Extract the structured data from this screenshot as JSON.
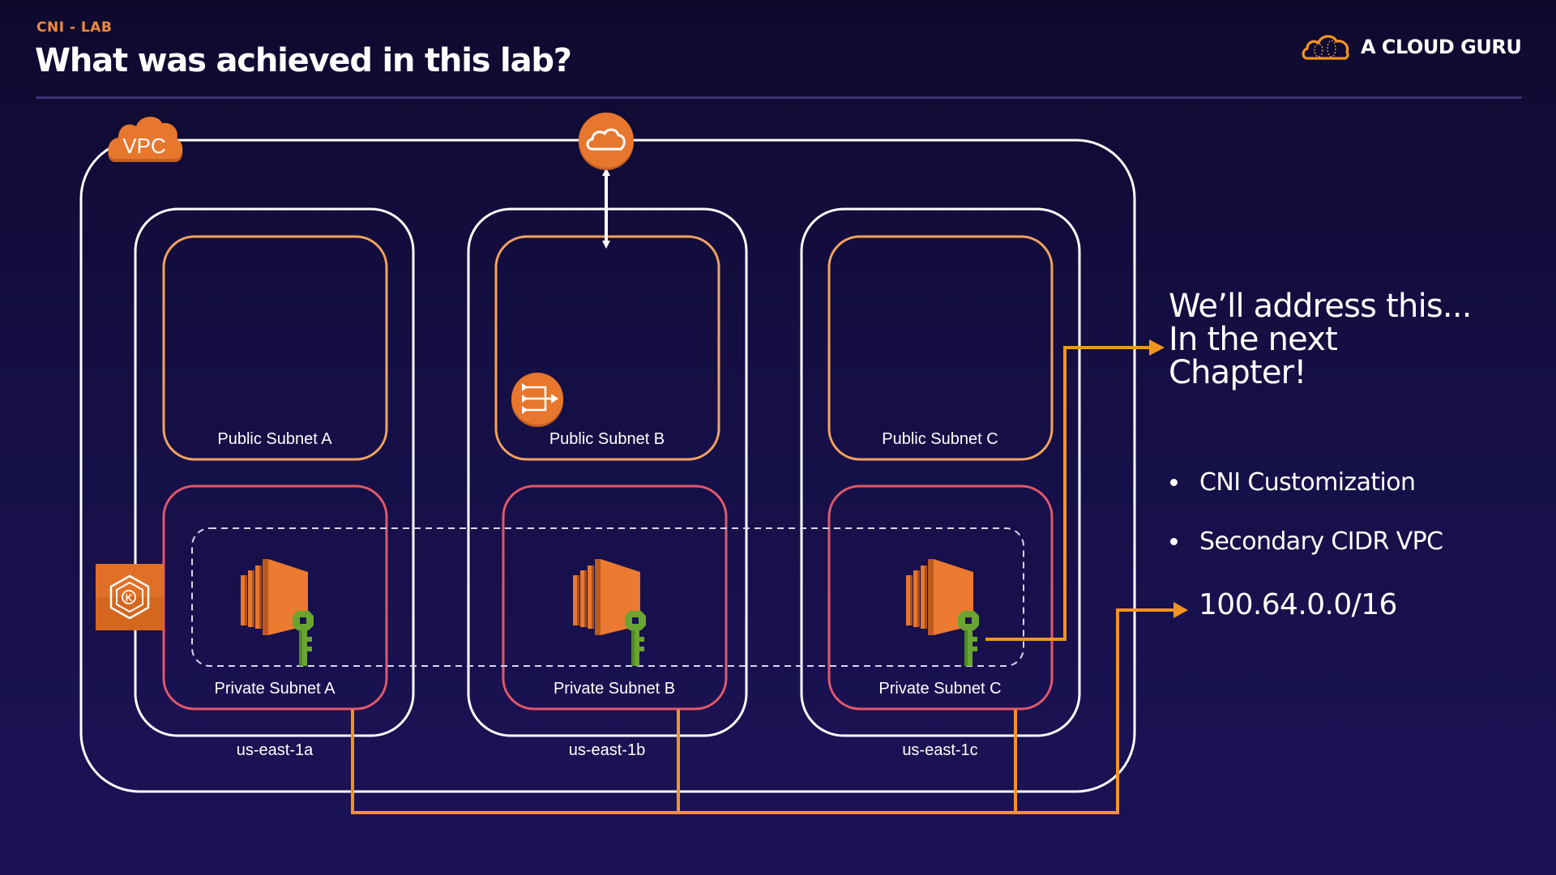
{
  "header": {
    "eyebrow": "CNI - LAB",
    "title": "What was achieved in this lab?",
    "brand": {
      "name": "A CLOUD GURU",
      "icon": "acg-cloud-logo-icon"
    }
  },
  "diagram": {
    "vpc_label": "VPC",
    "icons": {
      "vpc": "vpc-cloud-icon",
      "internet_gateway": "internet-gateway-icon",
      "nat_gateway": "nat-gateway-icon",
      "eks": "eks-icon",
      "ec2": "ec2-instance-icon",
      "key": "key-icon"
    },
    "availability_zones": [
      {
        "name": "us-east-1a",
        "public_subnet": "Public Subnet A",
        "private_subnet": "Private Subnet A"
      },
      {
        "name": "us-east-1b",
        "public_subnet": "Public Subnet B",
        "private_subnet": "Private Subnet B"
      },
      {
        "name": "us-east-1c",
        "public_subnet": "Public Subnet C",
        "private_subnet": "Private Subnet C"
      }
    ],
    "colors": {
      "public_subnet": "#f2a35e",
      "private_subnet": "#e0586a",
      "connector": "#f39422",
      "aws_orange": "#e8772e",
      "key_green": "#6aa531"
    }
  },
  "notes": {
    "lines": [
      "We’ll address this...",
      "In the next",
      "Chapter!"
    ],
    "bullets": [
      "CNI Customization",
      "Secondary CIDR VPC"
    ],
    "cidr": "100.64.0.0/16"
  }
}
